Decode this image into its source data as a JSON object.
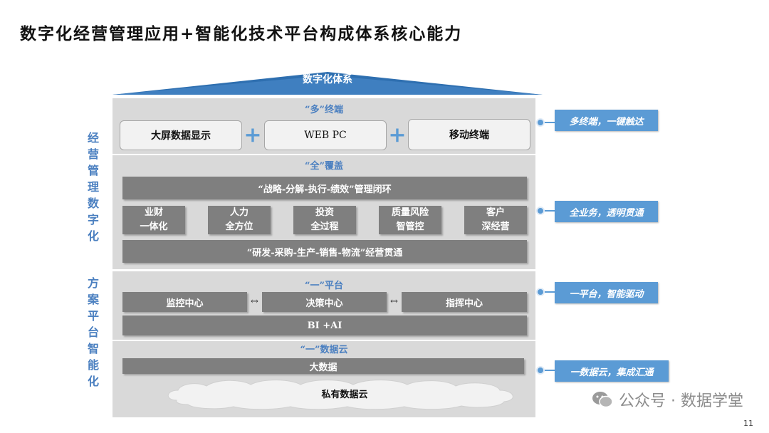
{
  "title": "数字化经营管理应用+智能化技术平台构成体系核心能力",
  "left_labels": {
    "top": "经营管理数字化",
    "bottom": "方案平台智能化"
  },
  "roof": {
    "label": "数字化体系"
  },
  "terminals": {
    "heading": "“多”终端",
    "items": [
      "大屏数据显示",
      "WEB PC",
      "移动终端"
    ]
  },
  "coverage": {
    "heading": "“全”覆盖",
    "top_bar": "“战略-分解-执行-绩效”管理闭环",
    "capabilities": [
      {
        "line1": "业财",
        "line2": "一体化"
      },
      {
        "line1": "人力",
        "line2": "全方位"
      },
      {
        "line1": "投资",
        "line2": "全过程"
      },
      {
        "line1": "质量风险",
        "line2": "智管控"
      },
      {
        "line1": "客户",
        "line2": "深经营"
      }
    ],
    "bottom_bar": "“研发-采购-生产-销售-物流”经营贯通"
  },
  "platform": {
    "heading": "“一”平台",
    "centers": [
      "监控中心",
      "决策中心",
      "指挥中心"
    ],
    "bi_bar": "BI +AI"
  },
  "data_cloud": {
    "heading": "“一”数据云",
    "big_data": "大数据",
    "private_cloud": "私有数据云"
  },
  "callouts": [
    "多终端，一键触达",
    "全业务，透明贯通",
    "一平台，智能驱动",
    "一数据云，集成汇通"
  ],
  "watermark": "公众号 · 数据学堂",
  "page_number": "11",
  "colors": {
    "accent_blue": "#5b9bd5",
    "panel_gray": "#d9d9d9",
    "bar_gray": "#7f7f7f",
    "label_blue": "#4a7fc0"
  }
}
